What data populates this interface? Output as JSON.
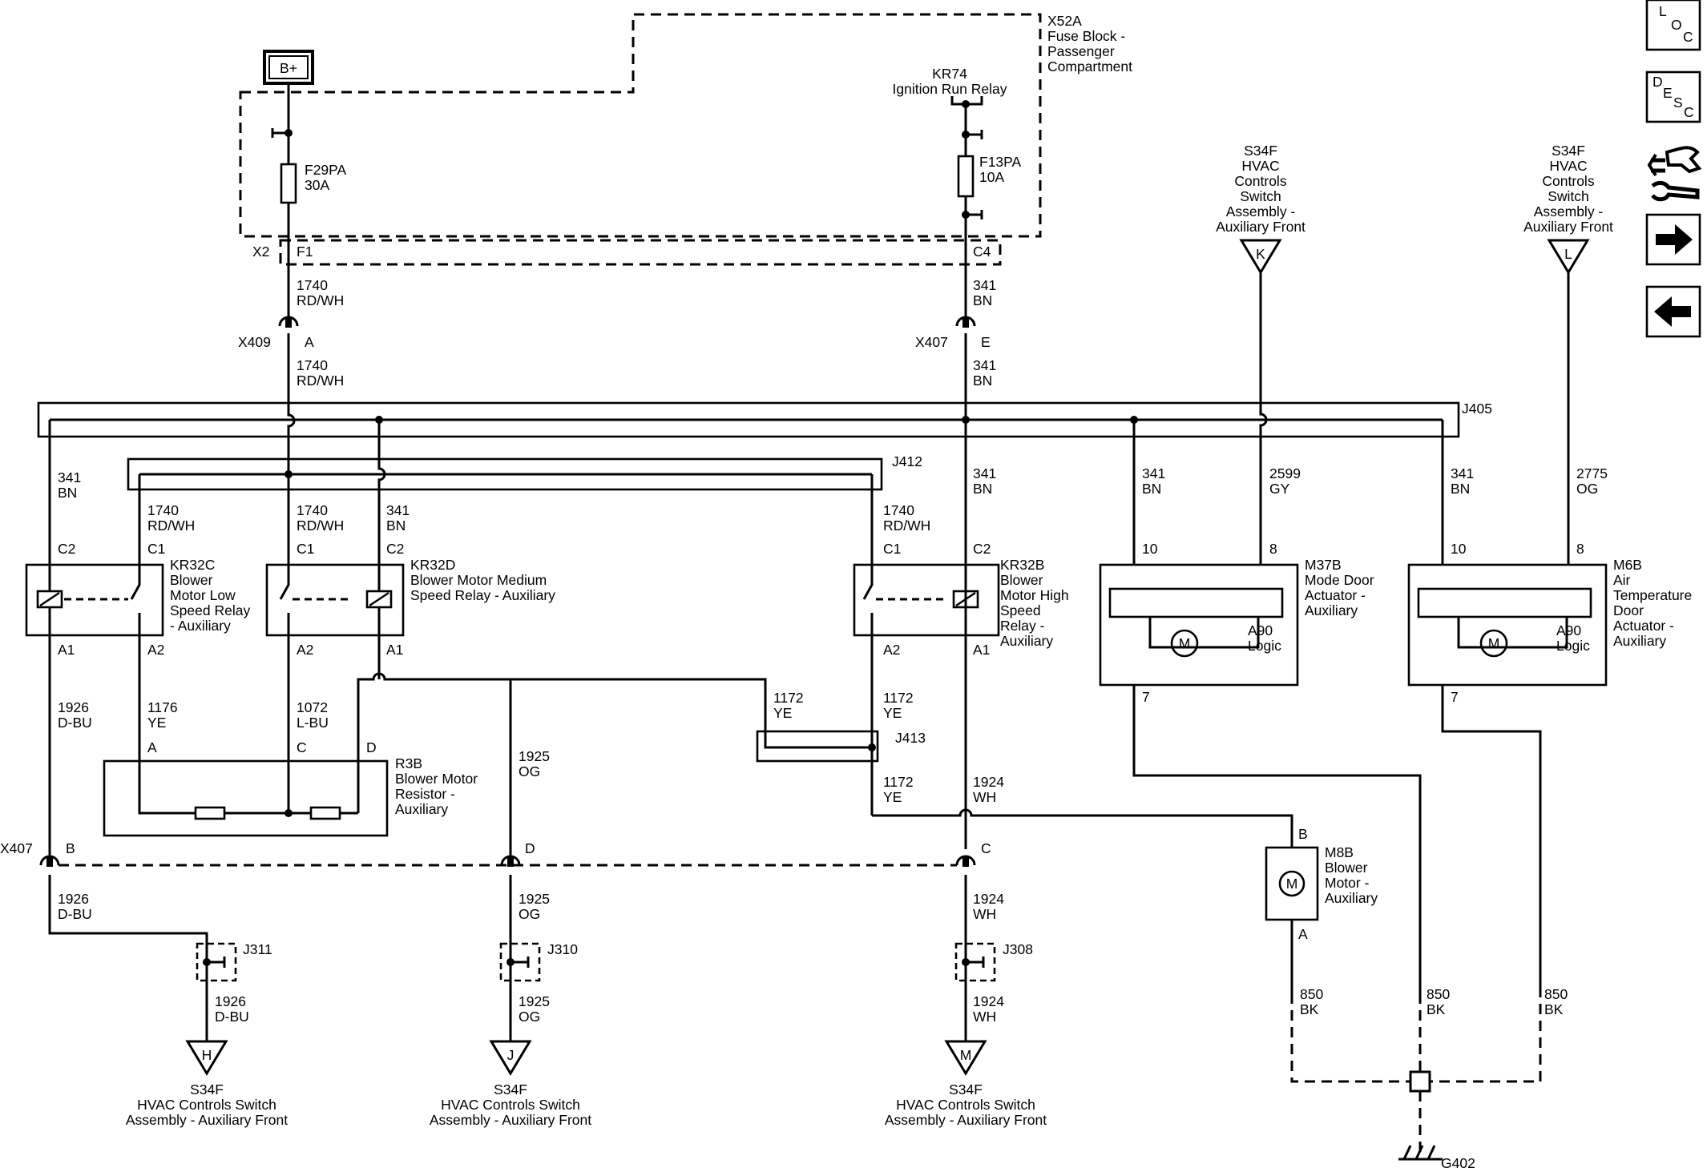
{
  "title_block": {
    "fuse_block": [
      "X52A",
      "Fuse Block -",
      "Passenger",
      "Compartment"
    ],
    "battery": "B+",
    "relay_kr74": [
      "KR74",
      "Ignition Run Relay"
    ],
    "fuse_f29pa": [
      "F29PA",
      "30A"
    ],
    "fuse_f13pa": [
      "F13PA",
      "10A"
    ]
  },
  "nav": {
    "loc": [
      "L",
      "O",
      "C"
    ],
    "desc": [
      "D",
      "E",
      "S",
      "C"
    ]
  },
  "connectors": {
    "x2": "X2",
    "f1": "F1",
    "c4": "C4",
    "x409": "X409",
    "x409_pin": "A",
    "x407_top": "X407",
    "x407_top_pin": "E",
    "x407_bottom": "X407",
    "pin_b": "B",
    "pin_d": "D",
    "pin_c": "C"
  },
  "splices": {
    "j405": "J405",
    "j412": "J412",
    "j413": "J413",
    "j311": "J311",
    "j310": "J310",
    "j308": "J308"
  },
  "wires": {
    "w1740": [
      "1740",
      "RD/WH"
    ],
    "w341": [
      "341",
      "BN"
    ],
    "w2599": [
      "2599",
      "GY"
    ],
    "w2775": [
      "2775",
      "OG"
    ],
    "w1926": [
      "1926",
      "D-BU"
    ],
    "w1176": [
      "1176",
      "YE"
    ],
    "w1072": [
      "1072",
      "L-BU"
    ],
    "w1925": [
      "1925",
      "OG"
    ],
    "w1172": [
      "1172",
      "YE"
    ],
    "w1924": [
      "1924",
      "WH"
    ],
    "w850": [
      "850",
      "BK"
    ]
  },
  "relays": {
    "kr32c": [
      "KR32C",
      "Blower",
      "Motor Low",
      "Speed Relay",
      "- Auxiliary"
    ],
    "kr32d": [
      "KR32D",
      "Blower Motor Medium",
      "Speed Relay - Auxiliary"
    ],
    "kr32b": [
      "KR32B",
      "Blower",
      "Motor High",
      "Speed",
      "Relay -",
      "Auxiliary"
    ],
    "pins": {
      "c1": "C1",
      "c2": "C2",
      "a1": "A1",
      "a2": "A2"
    }
  },
  "resistor": {
    "label": [
      "R3B",
      "Blower Motor",
      "Resistor -",
      "Auxiliary"
    ],
    "pins": [
      "A",
      "C",
      "D"
    ]
  },
  "actuators": {
    "m37b": [
      "M37B",
      "Mode Door",
      "Actuator -",
      "Auxiliary"
    ],
    "m6b": [
      "M6B",
      "Air",
      "Temperature",
      "Door",
      "Actuator -",
      "Auxiliary"
    ],
    "logic": [
      "A90",
      "Logic"
    ],
    "motor_symbol": "M",
    "pins": {
      "p10": "10",
      "p8": "8",
      "p7": "7"
    }
  },
  "blower_motor": {
    "label": [
      "M8B",
      "Blower",
      "Motor -",
      "Auxiliary"
    ],
    "pin_b": "B",
    "pin_a": "A"
  },
  "switch_refs": {
    "top": [
      "S34F",
      "HVAC",
      "Controls",
      "Switch",
      "Assembly -",
      "Auxiliary Front"
    ],
    "bottom": [
      "S34F",
      "HVAC Controls Switch",
      "Assembly - Auxiliary Front"
    ],
    "pins": {
      "k": "K",
      "l": "L",
      "h": "H",
      "j": "J",
      "m": "M"
    }
  },
  "ground": "G402"
}
